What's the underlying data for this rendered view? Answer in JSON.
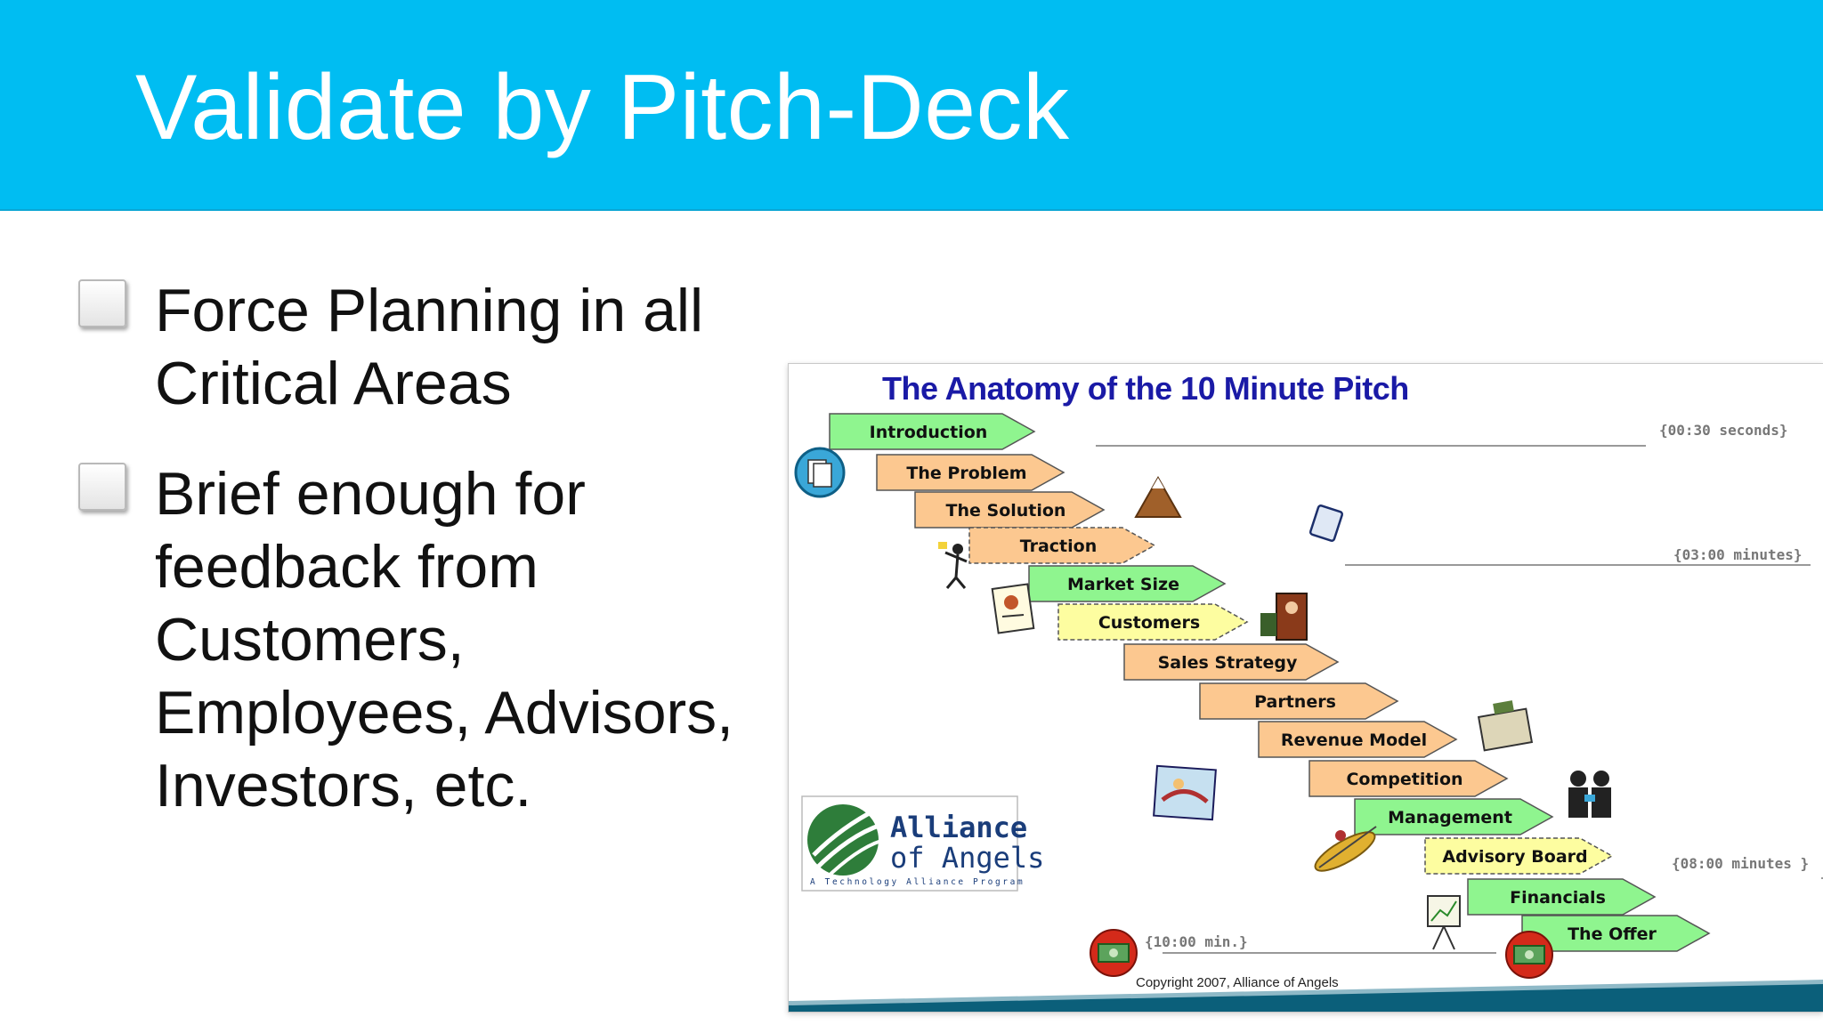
{
  "slide": {
    "title": "Validate by Pitch-Deck",
    "bullets": [
      "Force Planning in all Critical Areas",
      "Brief enough for feedback from Customers, Employees, Advisors, Investors, etc."
    ]
  },
  "figure": {
    "title": "The Anatomy of the 10 Minute Pitch",
    "steps": [
      "Introduction",
      "The Problem",
      "The Solution",
      "Traction",
      "Market Size",
      "Customers",
      "Sales Strategy",
      "Partners",
      "Revenue Model",
      "Competition",
      "Management",
      "Advisory Board",
      "Financials",
      "The Offer"
    ],
    "time_marks": [
      "{00:30 seconds}",
      "{03:00 minutes}",
      "{08:00 minutes }",
      "{10:00 min.}"
    ],
    "logo": {
      "line1": "Alliance",
      "line2": "of Angels",
      "tagline": "A Technology Alliance Program"
    },
    "copyright": "Copyright 2007, Alliance of Angels",
    "colors": {
      "green": "#8ff58f",
      "orange": "#fcc890",
      "yellow": "#fdfda0",
      "title": "#1a1aa6",
      "accent_blue": "#00bdf2"
    }
  }
}
